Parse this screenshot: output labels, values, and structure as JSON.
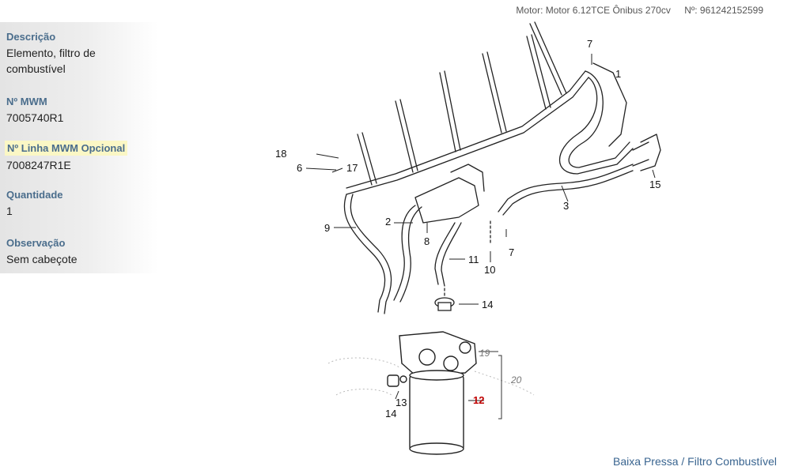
{
  "header": {
    "engine": "Motor: Motor 6.12TCE Ônibus 270cv",
    "part_no": "Nº: 961242152599"
  },
  "details": {
    "description_label": "Descrição",
    "description_value": "Elemento, filtro de combustível",
    "mwm_label": "Nº MWM",
    "mwm_value": "7005740R1",
    "optional_label": "Nº Linha MWM Opcional",
    "optional_value": "7008247R1E",
    "qty_label": "Quantidade",
    "qty_value": "1",
    "obs_label": "Observação",
    "obs_value": "Sem cabeçote"
  },
  "diagram": {
    "callouts": {
      "c1": "1",
      "c2": "2",
      "c3": "3",
      "c6": "6",
      "c7a": "7",
      "c7b": "7",
      "c8": "8",
      "c9": "9",
      "c10": "10",
      "c11": "11",
      "c12": "12",
      "c13": "13",
      "c14a": "14",
      "c14b": "14",
      "c15": "15",
      "c17": "17",
      "c18": "18",
      "c19": "19",
      "c20": "20"
    },
    "highlight_color": "#c00000"
  },
  "footer": {
    "breadcrumb": "Baixa Pressa / Filtro Combustível"
  }
}
